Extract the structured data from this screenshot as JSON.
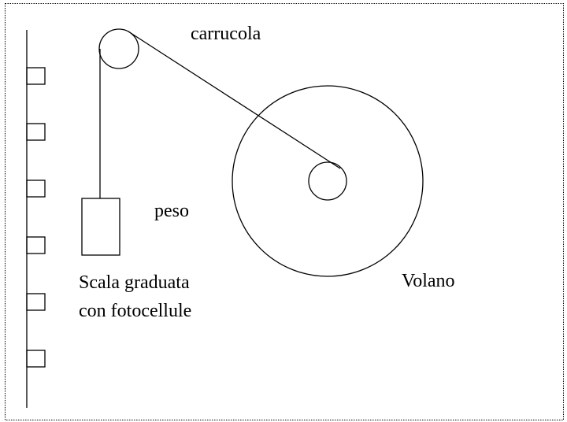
{
  "labels": {
    "pulley": "carrucola",
    "weight": "peso",
    "scale_line1": "Scala graduata",
    "scale_line2": "con fotocellule",
    "flywheel": "Volano"
  }
}
